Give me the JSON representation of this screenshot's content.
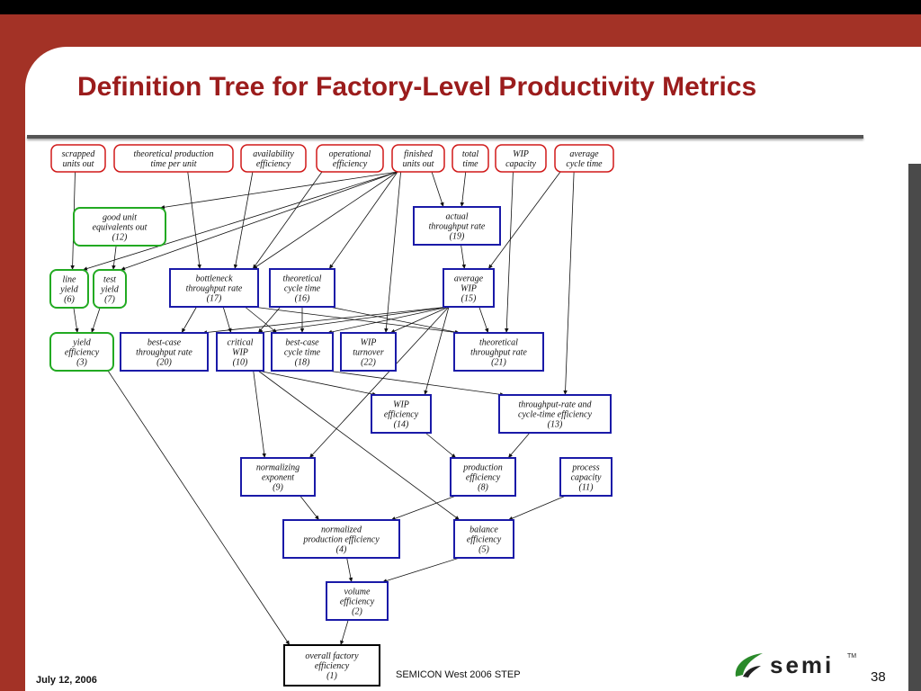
{
  "slide": {
    "title": "Definition Tree for Factory-Level Productivity Metrics",
    "footer_date": "July 12, 2006",
    "footer_center": "SEMICON West 2006 STEP",
    "page_number": "38",
    "logo_text": "semi",
    "logo_tm": "TM"
  },
  "colors": {
    "input_border": "#d01818",
    "yield_border": "#22aa22",
    "metric_border": "#1a1aa8",
    "final_border": "#000000",
    "title": "#9b1c1c",
    "background": "#a33226"
  },
  "nodes": [
    {
      "id": "scrapped",
      "lines": [
        "scrapped",
        "units out"
      ],
      "kind": "input"
    },
    {
      "id": "theo_prod_time",
      "lines": [
        "theoretical production",
        "time per unit"
      ],
      "kind": "input"
    },
    {
      "id": "availability",
      "lines": [
        "availability",
        "efficiency"
      ],
      "kind": "input"
    },
    {
      "id": "operational",
      "lines": [
        "operational",
        "efficiency"
      ],
      "kind": "input"
    },
    {
      "id": "finished",
      "lines": [
        "finished",
        "units out"
      ],
      "kind": "input"
    },
    {
      "id": "total_time",
      "lines": [
        "total",
        "time"
      ],
      "kind": "input"
    },
    {
      "id": "wip_capacity",
      "lines": [
        "WIP",
        "capacity"
      ],
      "kind": "input"
    },
    {
      "id": "avg_cycle_time",
      "lines": [
        "average",
        "cycle time"
      ],
      "kind": "input"
    },
    {
      "id": "good_unit",
      "lines": [
        "good unit",
        "equivalents out",
        "(12)"
      ],
      "kind": "yield"
    },
    {
      "id": "actual_tr",
      "lines": [
        "actual",
        "throughput rate",
        "(19)"
      ],
      "kind": "metric"
    },
    {
      "id": "line_yield",
      "lines": [
        "line",
        "yield",
        "(6)"
      ],
      "kind": "yield"
    },
    {
      "id": "test_yield",
      "lines": [
        "test",
        "yield",
        "(7)"
      ],
      "kind": "yield"
    },
    {
      "id": "bottleneck",
      "lines": [
        "bottleneck",
        "throughput rate",
        "(17)"
      ],
      "kind": "metric"
    },
    {
      "id": "theo_ct",
      "lines": [
        "theoretical",
        "cycle time",
        "(16)"
      ],
      "kind": "metric"
    },
    {
      "id": "avg_wip",
      "lines": [
        "average",
        "WIP",
        "(15)"
      ],
      "kind": "metric"
    },
    {
      "id": "yield_eff",
      "lines": [
        "yield",
        "efficiency",
        "(3)"
      ],
      "kind": "yield"
    },
    {
      "id": "bc_tr",
      "lines": [
        "best-case",
        "throughput rate",
        "(20)"
      ],
      "kind": "metric"
    },
    {
      "id": "critical_wip",
      "lines": [
        "critical",
        "WIP",
        "(10)"
      ],
      "kind": "metric"
    },
    {
      "id": "bc_ct",
      "lines": [
        "best-case",
        "cycle time",
        "(18)"
      ],
      "kind": "metric"
    },
    {
      "id": "wip_turnover",
      "lines": [
        "WIP",
        "turnover",
        "(22)"
      ],
      "kind": "metric"
    },
    {
      "id": "theo_tr",
      "lines": [
        "theoretical",
        "throughput rate",
        "(21)"
      ],
      "kind": "metric"
    },
    {
      "id": "wip_eff",
      "lines": [
        "WIP",
        "efficiency",
        "(14)"
      ],
      "kind": "metric"
    },
    {
      "id": "trct_eff",
      "lines": [
        "throughput-rate and",
        "cycle-time efficiency",
        "(13)"
      ],
      "kind": "metric"
    },
    {
      "id": "norm_exp",
      "lines": [
        "normalizing",
        "exponent",
        "(9)"
      ],
      "kind": "metric"
    },
    {
      "id": "prod_eff",
      "lines": [
        "production",
        "efficiency",
        "(8)"
      ],
      "kind": "metric"
    },
    {
      "id": "proc_cap",
      "lines": [
        "process",
        "capacity",
        "(11)"
      ],
      "kind": "metric"
    },
    {
      "id": "norm_prod_eff",
      "lines": [
        "normalized",
        "production efficiency",
        "(4)"
      ],
      "kind": "metric"
    },
    {
      "id": "balance_eff",
      "lines": [
        "balance",
        "efficiency",
        "(5)"
      ],
      "kind": "metric"
    },
    {
      "id": "volume_eff",
      "lines": [
        "volume",
        "efficiency",
        "(2)"
      ],
      "kind": "metric"
    },
    {
      "id": "overall",
      "lines": [
        "overall factory",
        "efficiency",
        "(1)"
      ],
      "kind": "final"
    }
  ],
  "edges": [
    [
      "scrapped",
      "line_yield"
    ],
    [
      "theo_prod_time",
      "bottleneck"
    ],
    [
      "availability",
      "bottleneck"
    ],
    [
      "operational",
      "bottleneck"
    ],
    [
      "finished",
      "good_unit"
    ],
    [
      "finished",
      "line_yield"
    ],
    [
      "finished",
      "test_yield"
    ],
    [
      "finished",
      "bottleneck"
    ],
    [
      "finished",
      "theo_ct"
    ],
    [
      "finished",
      "wip_turnover"
    ],
    [
      "finished",
      "actual_tr"
    ],
    [
      "total_time",
      "actual_tr"
    ],
    [
      "wip_capacity",
      "theo_tr"
    ],
    [
      "avg_cycle_time",
      "avg_wip"
    ],
    [
      "avg_cycle_time",
      "trct_eff"
    ],
    [
      "good_unit",
      "test_yield"
    ],
    [
      "actual_tr",
      "avg_wip"
    ],
    [
      "line_yield",
      "yield_eff"
    ],
    [
      "test_yield",
      "yield_eff"
    ],
    [
      "bottleneck",
      "bc_tr"
    ],
    [
      "bottleneck",
      "critical_wip"
    ],
    [
      "bottleneck",
      "bc_ct"
    ],
    [
      "bottleneck",
      "theo_tr"
    ],
    [
      "theo_ct",
      "critical_wip"
    ],
    [
      "theo_ct",
      "bc_ct"
    ],
    [
      "theo_ct",
      "theo_tr"
    ],
    [
      "avg_wip",
      "bc_tr"
    ],
    [
      "avg_wip",
      "critical_wip"
    ],
    [
      "avg_wip",
      "bc_ct"
    ],
    [
      "avg_wip",
      "wip_turnover"
    ],
    [
      "avg_wip",
      "theo_tr"
    ],
    [
      "avg_wip",
      "wip_eff"
    ],
    [
      "avg_wip",
      "norm_exp"
    ],
    [
      "critical_wip",
      "wip_eff"
    ],
    [
      "critical_wip",
      "norm_exp"
    ],
    [
      "critical_wip",
      "balance_eff"
    ],
    [
      "bc_ct",
      "trct_eff"
    ],
    [
      "wip_eff",
      "prod_eff"
    ],
    [
      "trct_eff",
      "prod_eff"
    ],
    [
      "yield_eff",
      "overall"
    ],
    [
      "norm_exp",
      "norm_prod_eff"
    ],
    [
      "prod_eff",
      "norm_prod_eff"
    ],
    [
      "proc_cap",
      "balance_eff"
    ],
    [
      "norm_prod_eff",
      "volume_eff"
    ],
    [
      "balance_eff",
      "volume_eff"
    ],
    [
      "volume_eff",
      "overall"
    ]
  ]
}
